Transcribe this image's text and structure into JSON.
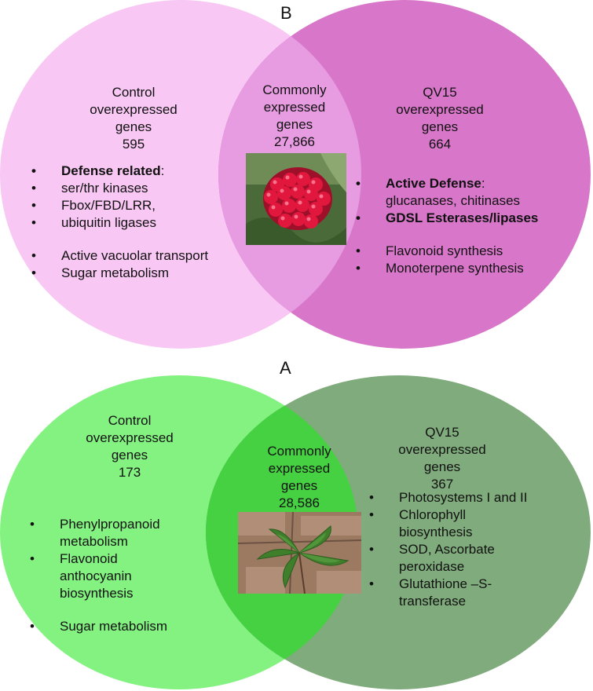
{
  "colors": {
    "panel_b_left": "#f8c7f3",
    "panel_b_right": "#d877c9",
    "panel_b_overlap": "#e79be0",
    "panel_a_left": "#83f280",
    "panel_a_right": "#80ab7c",
    "panel_a_overlap": "#45d141"
  },
  "panel_b": {
    "letter": "B",
    "left": {
      "title_lines": [
        "Control",
        "overexpressed",
        "genes"
      ],
      "count": "595",
      "bullets": [
        {
          "text": "Defense related",
          "suffix": ":"
        },
        {
          "text": "ser/thr kinases"
        },
        {
          "text": "Fbox/FBD/LRR,"
        },
        {
          "text": "ubiquitin ligases"
        },
        {
          "text": "Active vacuolar transport"
        },
        {
          "text": "Sugar metabolism"
        }
      ]
    },
    "center": {
      "title_lines": [
        "Commonly",
        "expressed",
        "genes"
      ],
      "count": "27,866",
      "image": "raspberry-fruit-photo"
    },
    "right": {
      "title_lines": [
        "QV15",
        "overexpressed",
        "genes"
      ],
      "count": "664",
      "bullets": [
        {
          "text": "Active Defense",
          "suffix": ":"
        },
        {
          "text": "glucanases, chitinases"
        },
        {
          "text": "GDSL Esterases/lipases"
        },
        {
          "text": "Flavonoid synthesis"
        },
        {
          "text": "Monoterpene synthesis"
        }
      ]
    }
  },
  "panel_a": {
    "letter": "A",
    "left": {
      "title_lines": [
        "Control",
        "overexpressed",
        "genes"
      ],
      "count": "173",
      "bullets": [
        {
          "text": "Phenylpropanoid"
        },
        {
          "text": "metabolism"
        },
        {
          "text": "Flavonoid"
        },
        {
          "text": "anthocyanin"
        },
        {
          "text": "biosynthesis"
        },
        {
          "text": "Sugar metabolism"
        }
      ]
    },
    "center": {
      "title_lines": [
        "Commonly",
        "expressed",
        "genes"
      ],
      "count": "28,586",
      "image": "raspberry-leaf-photo"
    },
    "right": {
      "title_lines": [
        "QV15",
        "overexpressed",
        "genes"
      ],
      "count": "367",
      "bullets": [
        {
          "text": "Photosystems I and II"
        },
        {
          "text": "Chlorophyll"
        },
        {
          "text": "biosynthesis"
        },
        {
          "text": "SOD, Ascorbate"
        },
        {
          "text": "peroxidase"
        },
        {
          "text": "Glutathione –S-"
        },
        {
          "text": "transferase"
        }
      ]
    }
  }
}
